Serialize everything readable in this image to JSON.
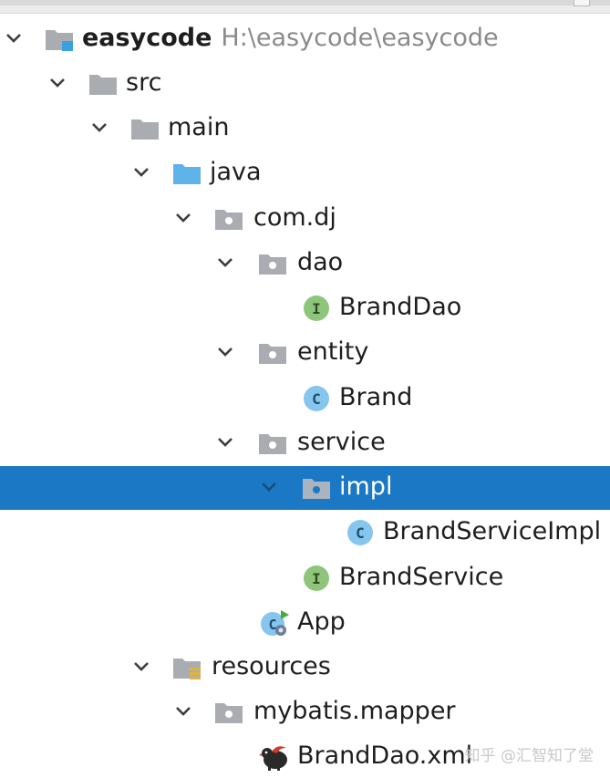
{
  "colors": {
    "selection": "#1b78c5",
    "folder_gray": "#a9adb2",
    "folder_source_blue": "#5eb3e8",
    "interface_green": "#8fc57a",
    "class_blue": "#86c6ee",
    "text": "#1e1e1e",
    "path_gray": "#8a8a8a"
  },
  "tree": {
    "project": {
      "name": "easycode",
      "path": "H:\\easycode\\easycode",
      "icon": "module-folder-icon",
      "expanded": true
    },
    "nodes": [
      {
        "label": "src",
        "icon": "folder-icon",
        "expanded": true,
        "selected": false
      },
      {
        "label": "main",
        "icon": "folder-icon",
        "expanded": true,
        "selected": false
      },
      {
        "label": "java",
        "icon": "source-root-folder-icon",
        "expanded": true,
        "selected": false
      },
      {
        "label": "com.dj",
        "icon": "package-icon",
        "expanded": true,
        "selected": false
      },
      {
        "label": "dao",
        "icon": "package-icon",
        "expanded": true,
        "selected": false
      },
      {
        "label": "BrandDao",
        "icon": "interface-icon",
        "glyph": "I",
        "selected": false
      },
      {
        "label": "entity",
        "icon": "package-icon",
        "expanded": true,
        "selected": false
      },
      {
        "label": "Brand",
        "icon": "class-icon",
        "glyph": "C",
        "selected": false
      },
      {
        "label": "service",
        "icon": "package-icon",
        "expanded": true,
        "selected": false
      },
      {
        "label": "impl",
        "icon": "package-icon",
        "expanded": true,
        "selected": true
      },
      {
        "label": "BrandServiceImpl",
        "icon": "class-icon",
        "glyph": "C",
        "selected": false
      },
      {
        "label": "BrandService",
        "icon": "interface-icon",
        "glyph": "I",
        "selected": false
      },
      {
        "label": "App",
        "icon": "runnable-class-icon",
        "glyph": "C",
        "selected": false
      },
      {
        "label": "resources",
        "icon": "resources-folder-icon",
        "expanded": true,
        "selected": false
      },
      {
        "label": "mybatis.mapper",
        "icon": "package-icon",
        "expanded": true,
        "selected": false
      },
      {
        "label": "BrandDao.xml",
        "icon": "mybatis-bird-icon",
        "selected": false
      }
    ]
  },
  "watermark": "知乎 @汇智知了堂"
}
